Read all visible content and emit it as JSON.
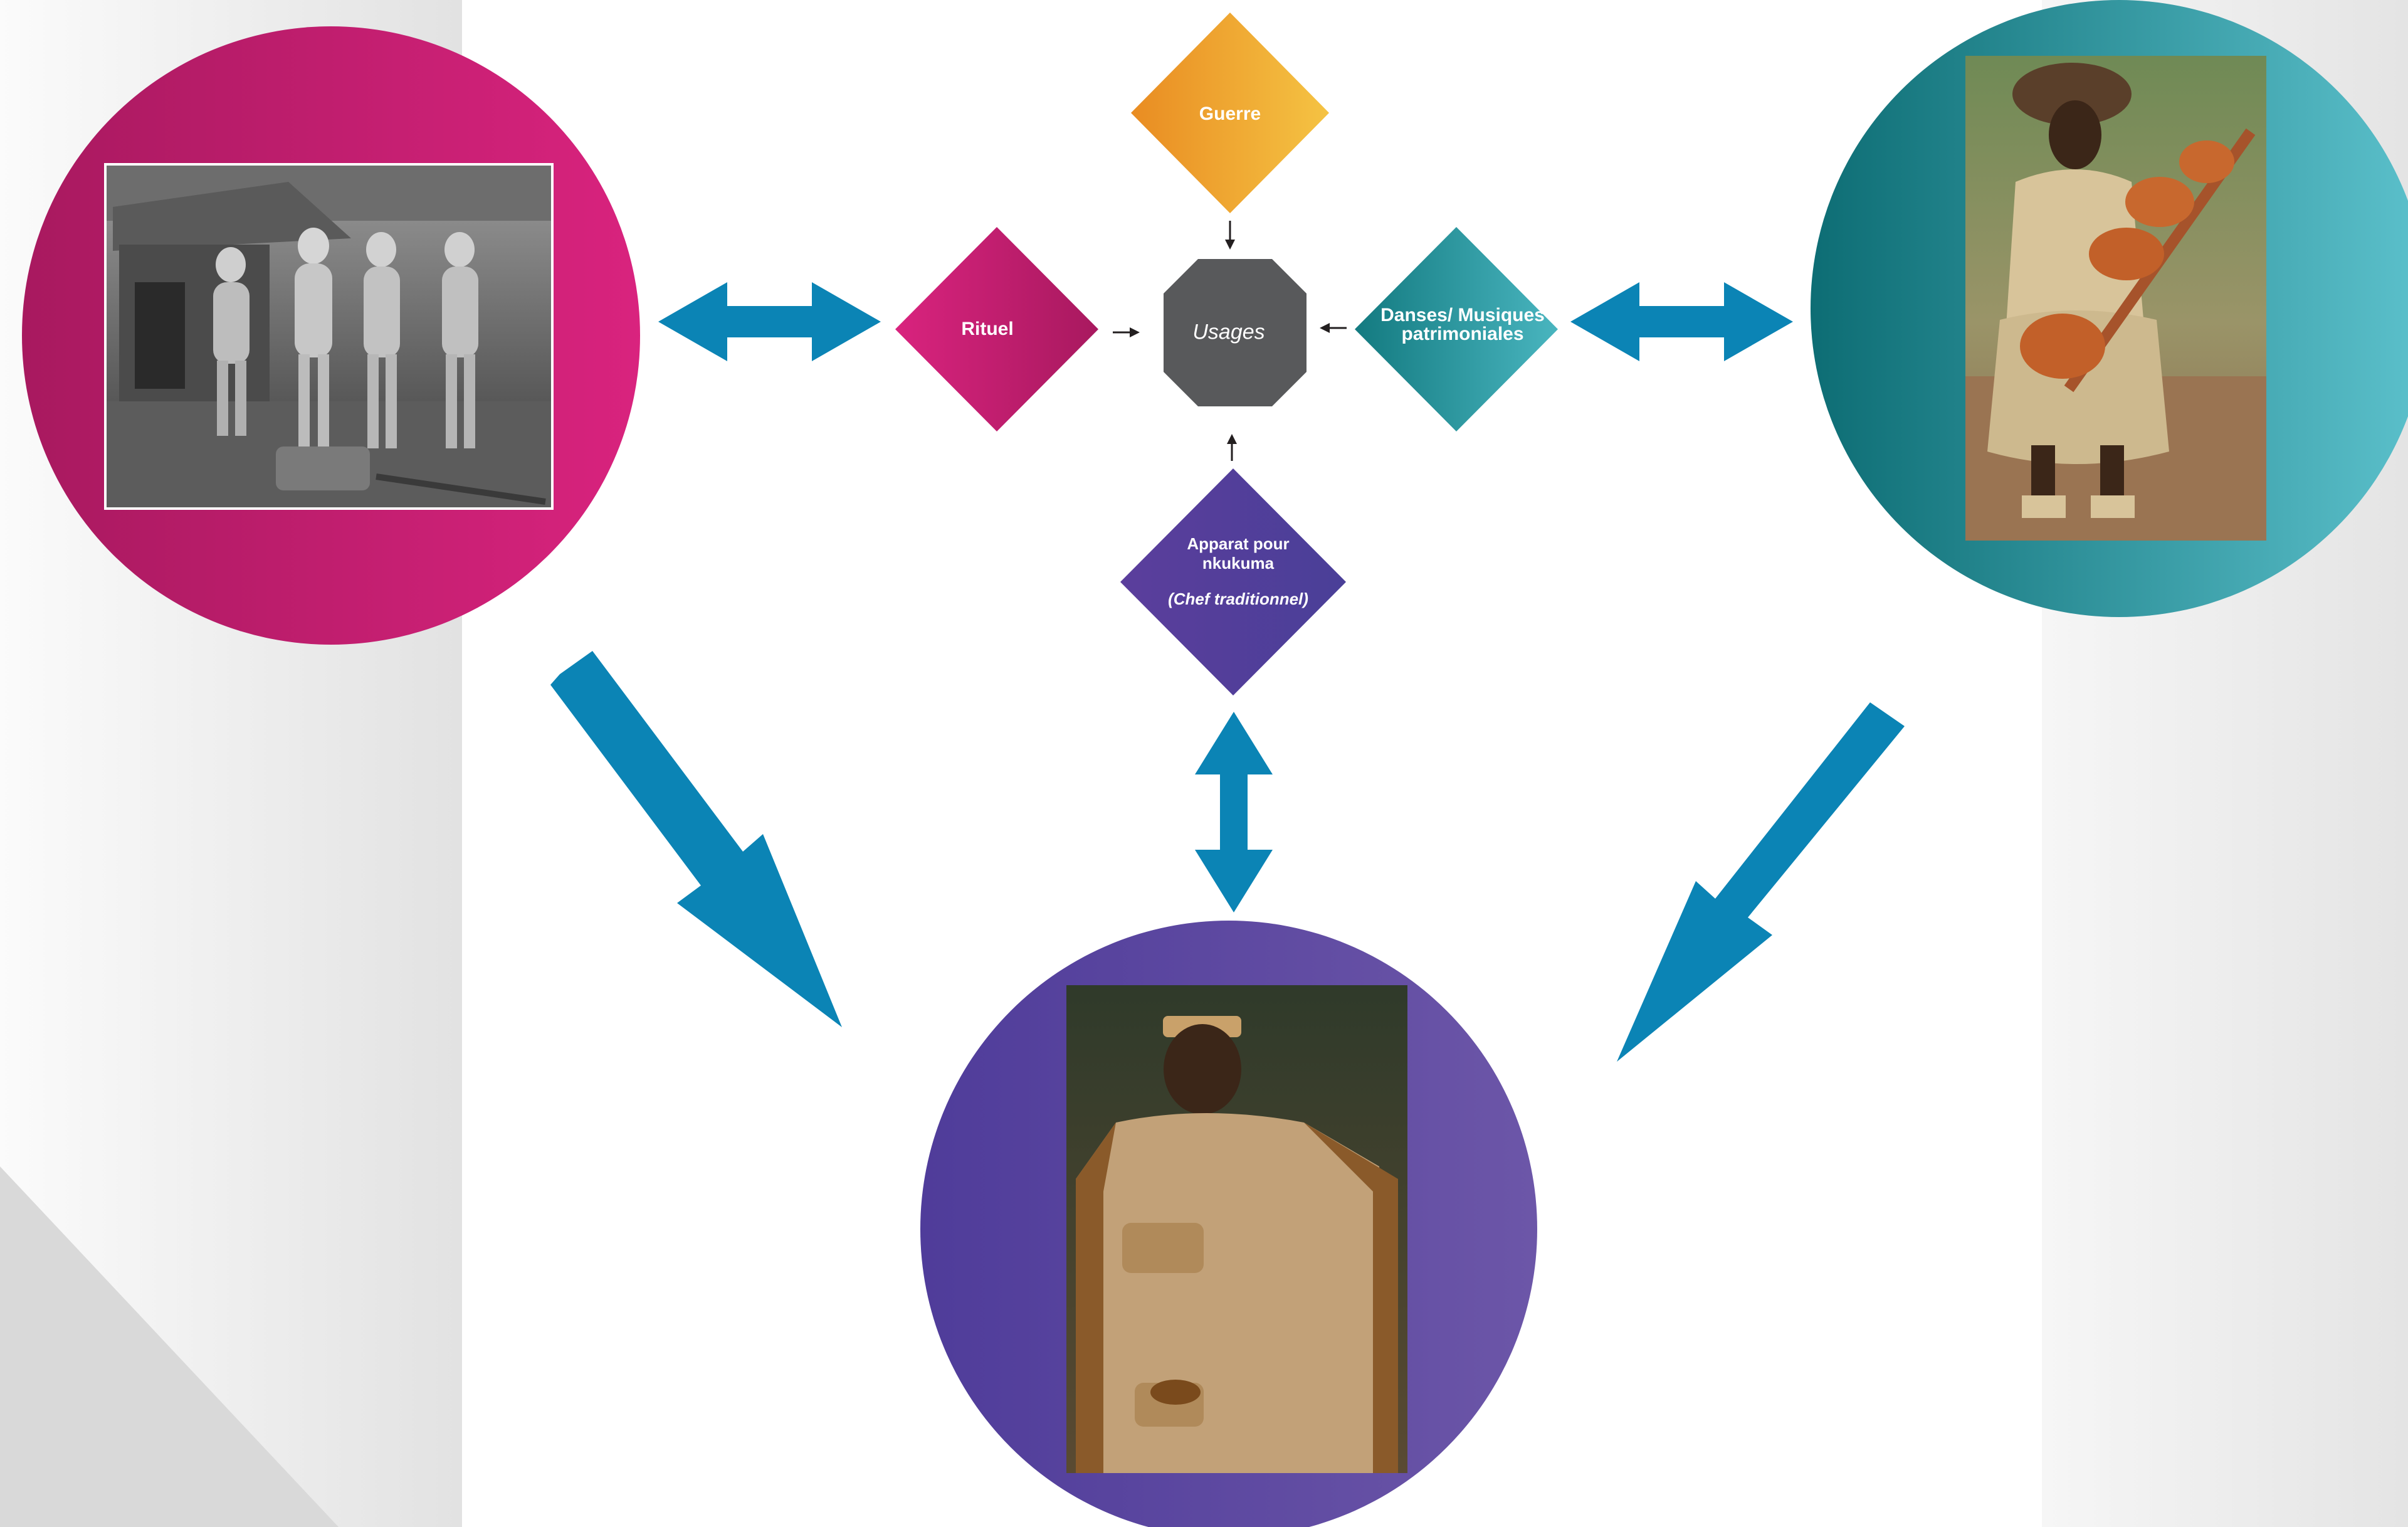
{
  "nodes": {
    "guerre": "Guerre",
    "rituel": "Rituel",
    "usages": "Usages",
    "danses_line1": "Danses/ Musiques",
    "danses_line2": "patrimoniales",
    "apparat_line1": "Apparat pour",
    "apparat_line2": "nkukuma",
    "apparat_sub": "(Chef traditionnel)"
  },
  "photos": {
    "left": "black-and-white-ritual-photo",
    "right": "dancer-with-gourd-instrument-photo",
    "bottom": "traditional-chief-in-ceremonial-dress-photo"
  },
  "colors": {
    "magenta": "#c31d6f",
    "teal": "#2f9aa4",
    "purple": "#5a45a0",
    "orange": "#f0a52c",
    "gray_octagon": "#58595b",
    "arrow_blue": "#0b84b5"
  }
}
